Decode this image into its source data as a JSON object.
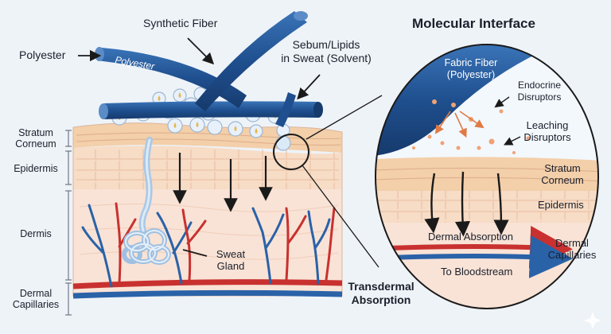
{
  "labels": {
    "synthetic_fiber": "Synthetic Fiber",
    "polyester_left": "Polyester",
    "polyester_on_fiber": "Polyester",
    "sebum_line1": "Sebum/Lipids",
    "sebum_line2": "in Sweat (Solvent)",
    "sweat_gland_line1": "Sweat",
    "sweat_gland_line2": "Gland",
    "transdermal_line1": "Transdermal",
    "transdermal_line2": "Absorption"
  },
  "layers": {
    "stratum_corneum_line1": "Stratum",
    "stratum_corneum_line2": "Corneum",
    "epidermis": "Epidermis",
    "dermis": "Dermis",
    "dermal_capillaries_line1": "Dermal",
    "dermal_capillaries_line2": "Capillaries"
  },
  "inset": {
    "title": "Molecular Interface",
    "fabric_fiber_line1": "Fabric Fiber",
    "fabric_fiber_line2": "(Polyester)",
    "endocrine_line1": "Endocrine",
    "endocrine_line2": "Disruptors",
    "leaching_line1": "Leaching",
    "leaching_line2": "Disruptors",
    "stratum_line1": "Stratum",
    "stratum_line2": "Corneum",
    "epidermis": "Epidermis",
    "dermal_absorption": "Dermal Absorption",
    "dermal_capillaries_line1": "Dermal",
    "dermal_capillaries_line2": "Capillaries",
    "to_bloodstream": "To Bloodstream"
  },
  "colors": {
    "fiber_blue": "#1f4f8e",
    "skin_surface": "#f3d2b0",
    "epidermis": "#f7dcc6",
    "dermis": "#f9e3d6",
    "artery_red": "#c8312f",
    "vein_blue": "#2a62a8",
    "droplet": "#e6b84a",
    "particle": "#e9956a"
  }
}
